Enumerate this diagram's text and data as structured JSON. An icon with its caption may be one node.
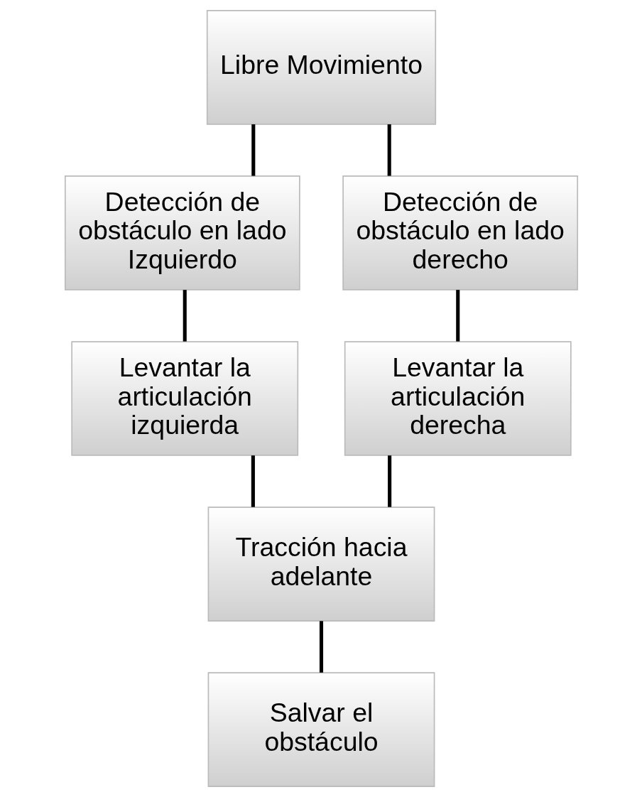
{
  "diagram": {
    "nodes": [
      {
        "text": [
          "Libre Movimiento"
        ]
      },
      {
        "text": [
          "Detección de obstáculo en lado Izquierdo"
        ]
      },
      {
        "text": [
          "Detección de obstáculo en lado derecho"
        ]
      },
      {
        "text": [
          "Levantar la articulación izquierda"
        ]
      },
      {
        "text": [
          "Levantar la articulación derecha"
        ]
      },
      {
        "text": [
          "Tracción hacia adelante"
        ]
      },
      {
        "text": [
          "Salvar el obstáculo"
        ]
      }
    ],
    "edges": [
      {
        "from": 0,
        "to": 1,
        "arrow": "none"
      },
      {
        "from": 0,
        "to": 2,
        "arrow": "none"
      },
      {
        "from": 1,
        "to": 3,
        "arrow": "none"
      },
      {
        "from": 2,
        "to": 4,
        "arrow": "none"
      },
      {
        "from": 3,
        "to": 5,
        "arrow": "none"
      },
      {
        "from": 4,
        "to": 5,
        "arrow": "none"
      },
      {
        "from": 5,
        "to": 6,
        "arrow": "none"
      }
    ]
  }
}
